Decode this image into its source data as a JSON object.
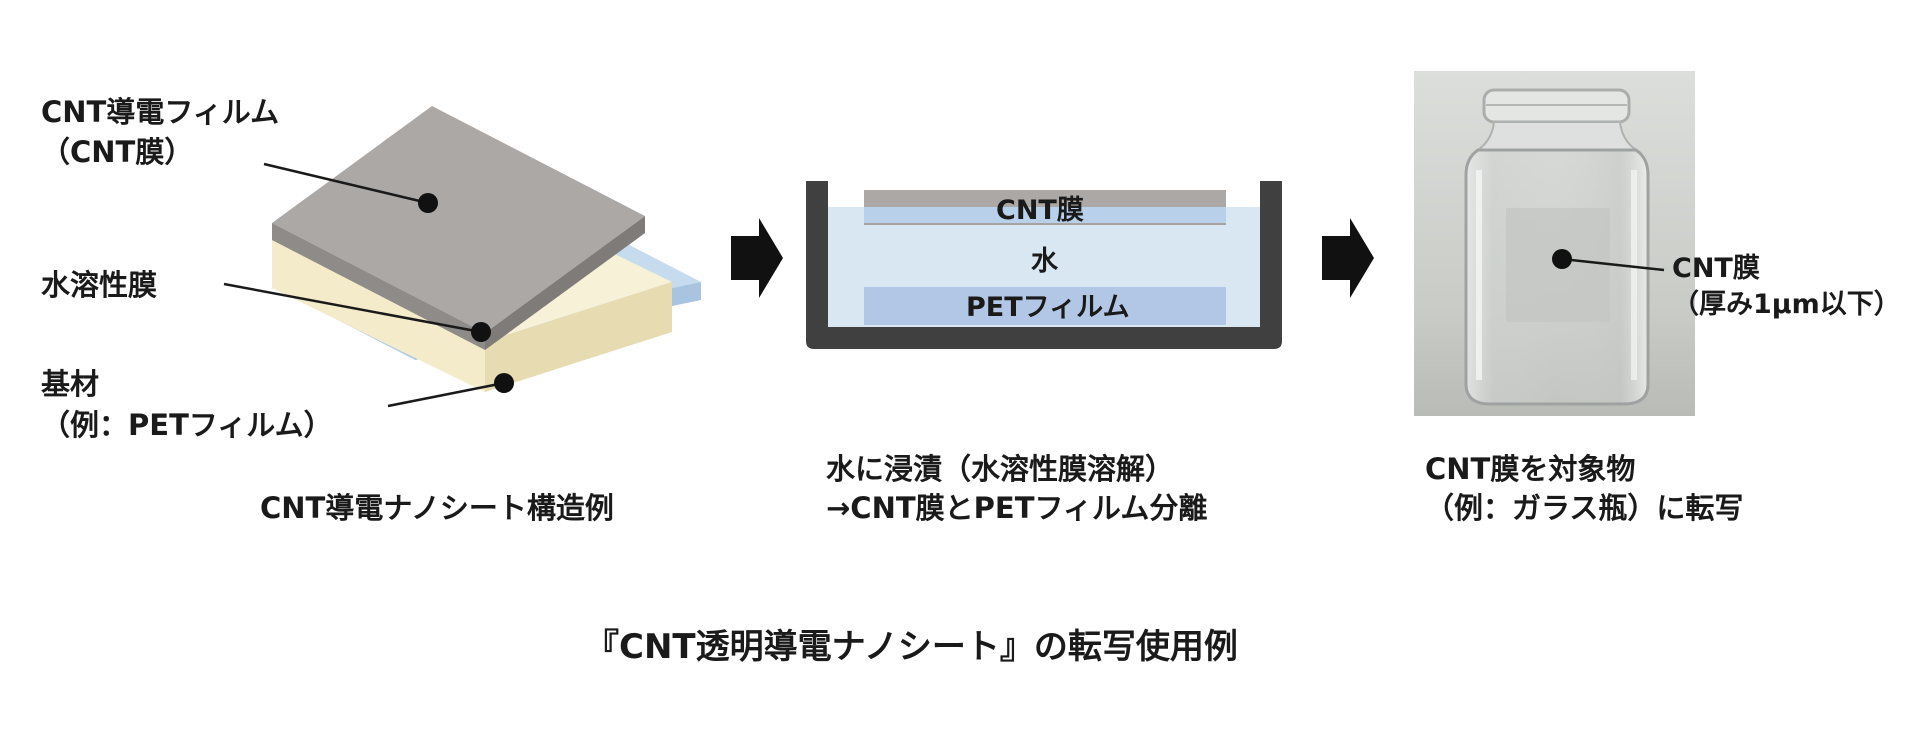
{
  "panel1": {
    "label_cnt_film": "CNT導電フィルム",
    "label_cnt_film_paren": "（CNT膜）",
    "label_water_soluble": "水溶性膜",
    "label_substrate": "基材",
    "label_substrate_example": "（例：PETフィルム）",
    "caption": "CNT導電ナノシート構造例"
  },
  "panel2": {
    "layer_cnt": "CNT膜",
    "layer_water": "水",
    "layer_pet": "PETフィルム",
    "caption_line1": "水に浸漬（水溶性膜溶解）",
    "caption_line2": "→CNT膜とPETフィルム分離"
  },
  "panel3": {
    "label_cnt": "CNT膜",
    "label_thickness": "（厚み1μm以下）",
    "caption_line1": "CNT膜を対象物",
    "caption_line2": "（例：ガラス瓶）に転写"
  },
  "footer_title": "『CNT透明導電ナノシート』の転写使用例",
  "colors": {
    "cnt_top": "#aca8a6",
    "cnt_front": "#8f8b89",
    "water_soluble": "#f7f2d7",
    "water_soluble_side": "#ece3bd",
    "pet": "#c6dbee",
    "pet_side": "#b1cbe4",
    "water": "#d9e7f3",
    "pet_bath": "#b2c6e5",
    "tank": "#404040",
    "arrow": "#111111",
    "photo_bg": "#d4d6d2"
  }
}
